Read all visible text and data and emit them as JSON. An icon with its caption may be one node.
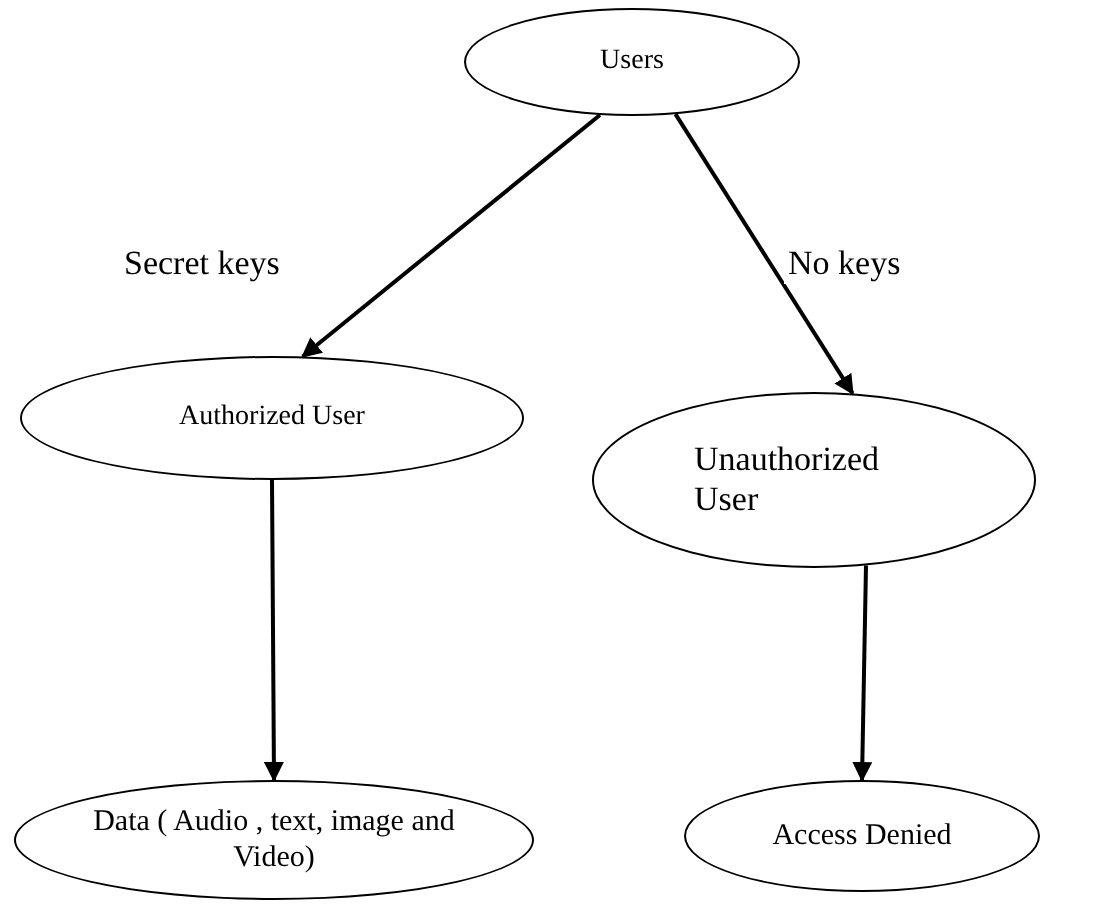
{
  "diagram": {
    "nodes": [
      {
        "text": [
          "Users"
        ]
      },
      {
        "text": [
          "Authorized User"
        ]
      },
      {
        "text": [
          "Unauthorized User"
        ]
      },
      {
        "text": [
          "Data ( Audio , text, image and Video)"
        ]
      },
      {
        "text": [
          "Access Denied"
        ]
      }
    ],
    "edges": [
      {
        "from": 0,
        "to": 1,
        "arrow": "to",
        "label": "Secret keys"
      },
      {
        "from": 0,
        "to": 2,
        "arrow": "to",
        "label": "No keys"
      },
      {
        "from": 1,
        "to": 3,
        "arrow": "to"
      },
      {
        "from": 2,
        "to": 4,
        "arrow": "to"
      }
    ]
  }
}
